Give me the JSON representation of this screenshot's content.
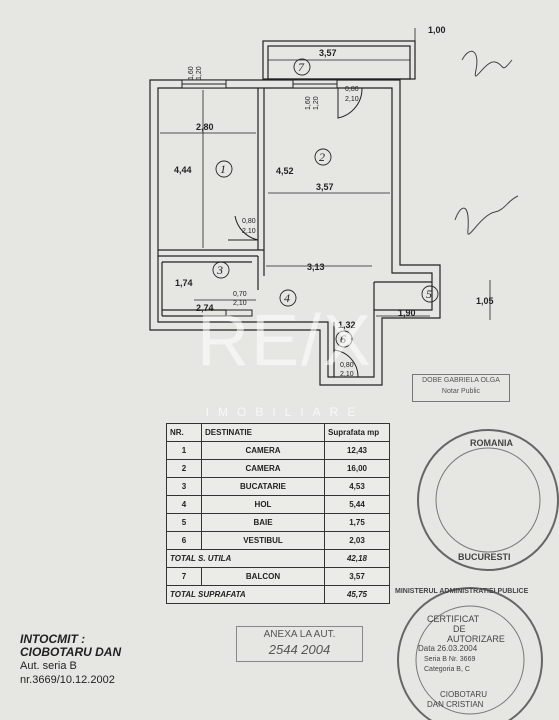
{
  "plan": {
    "dims": {
      "balcony_width": "3,57",
      "balcony_depth": "1,00",
      "room1_width": "2,80",
      "room1_height": "4,44",
      "room2_height": "4,52",
      "room2_width": "3,57",
      "hall_width": "3,13",
      "kitchen_height": "1,74",
      "kitchen_width": "2,74",
      "bath_width": "1,90",
      "bath_height": "1,05",
      "vestibule_width": "1,32"
    },
    "openings": {
      "win1_top": "1,60",
      "win1_bottom": "1,20",
      "win2_top": "1,60",
      "win2_bottom": "1,20",
      "door_balcony_top": "0,80",
      "door_balcony_bottom": "2,10",
      "door1_top": "0,80",
      "door1_bottom": "2,10",
      "door3_top": "0,70",
      "door3_bottom": "2,10",
      "door_entry_top": "0,80",
      "door_entry_bottom": "2,10"
    },
    "room_numbers": [
      "1",
      "2",
      "3",
      "4",
      "5",
      "6",
      "7"
    ]
  },
  "watermark": {
    "logo": "RE/X",
    "sub": "IMOBILIARE"
  },
  "table": {
    "headers": {
      "nr": "NR.",
      "dest": "DESTINATIE",
      "surf": "Suprafata mp"
    },
    "rows": [
      {
        "nr": "1",
        "dest": "CAMERA",
        "val": "12,43"
      },
      {
        "nr": "2",
        "dest": "CAMERA",
        "val": "16,00"
      },
      {
        "nr": "3",
        "dest": "BUCATARIE",
        "val": "4,53"
      },
      {
        "nr": "4",
        "dest": "HOL",
        "val": "5,44"
      },
      {
        "nr": "5",
        "dest": "BAIE",
        "val": "1,75"
      },
      {
        "nr": "6",
        "dest": "VESTIBUL",
        "val": "2,03"
      }
    ],
    "total_util": {
      "label": "TOTAL S. UTILA",
      "val": "42,18"
    },
    "balcony": {
      "nr": "7",
      "dest": "BALCON",
      "val": "3,57"
    },
    "total": {
      "label": "TOTAL SUPRAFATA",
      "val": "45,75"
    }
  },
  "footer": {
    "title": "INTOCMIT :",
    "author": "CIOBOTARU DAN",
    "series": "Aut. seria B",
    "number": "nr.3669/10.12.2002"
  },
  "stamps": {
    "notary_rect_line1": "DOBE GABRIELA OLGA",
    "notary_rect_line2": "Notar Public",
    "anexa_label": "ANEXA LA AUT.",
    "anexa_value": "2544 2004",
    "round1_top": "ROMANIA",
    "round1_bottom": "BUCURESTI",
    "round2_ring": "MINISTERUL ADMINISTRATIEI PUBLICE",
    "cert_line1": "CERTIFICAT",
    "cert_line2": "DE",
    "cert_line3": "AUTORIZARE",
    "cert_date": "Data 26.03.2004",
    "cert_serial": "Seria B Nr. 3669",
    "cert_cat": "Categoria B, C",
    "cert_name1": "CIOBOTARU",
    "cert_name2": "DAN CRISTIAN"
  }
}
